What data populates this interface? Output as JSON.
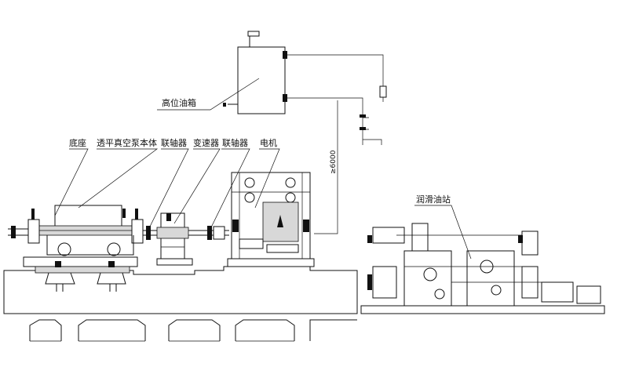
{
  "labels": {
    "high_tank": "高位油箱",
    "base": "底座",
    "pump_body": "透平真空泵本体",
    "coupling_1": "联轴器",
    "gearbox": "变速器",
    "coupling_2": "联轴器",
    "motor": "电机",
    "lube_station": "润滑油站",
    "height_dim": "≥6000"
  },
  "colors": {
    "line": "#111111",
    "fill_grey": "#d8d8d8",
    "background": "#ffffff"
  }
}
